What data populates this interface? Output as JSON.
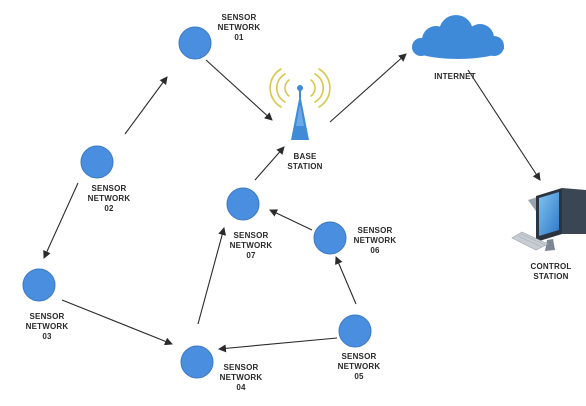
{
  "nodes": {
    "sn01": {
      "line1": "SENSOR",
      "line2": "NETWORK",
      "line3": "01"
    },
    "sn02": {
      "line1": "SENSOR",
      "line2": "NETWORK",
      "line3": "02"
    },
    "sn03": {
      "line1": "SENSOR",
      "line2": "NETWORK",
      "line3": "03"
    },
    "sn04": {
      "line1": "SENSOR",
      "line2": "NETWORK",
      "line3": "04"
    },
    "sn05": {
      "line1": "SENSOR",
      "line2": "NETWORK",
      "line3": "05"
    },
    "sn06": {
      "line1": "SENSOR",
      "line2": "NETWORK",
      "line3": "06"
    },
    "sn07": {
      "line1": "SENSOR",
      "line2": "NETWORK",
      "line3": "07"
    },
    "base_station": {
      "line1": "BASE",
      "line2": "STATION"
    },
    "internet": {
      "line1": "INTERNET"
    },
    "control_station": {
      "line1": "CONTROL",
      "line2": "STATION"
    }
  },
  "icons": {
    "sensor_node": "circle-node-icon",
    "base_station": "radio-tower-icon",
    "internet": "cloud-icon",
    "control_station": "computer-monitor-icon"
  },
  "colors": {
    "node_fill": "#4a8ee0",
    "node_stroke": "#3a78c4",
    "arrow": "#2b2b2b",
    "tower": "#3f8bd8",
    "signal": "#d8c84a",
    "cloud": "#3f8ad8"
  }
}
